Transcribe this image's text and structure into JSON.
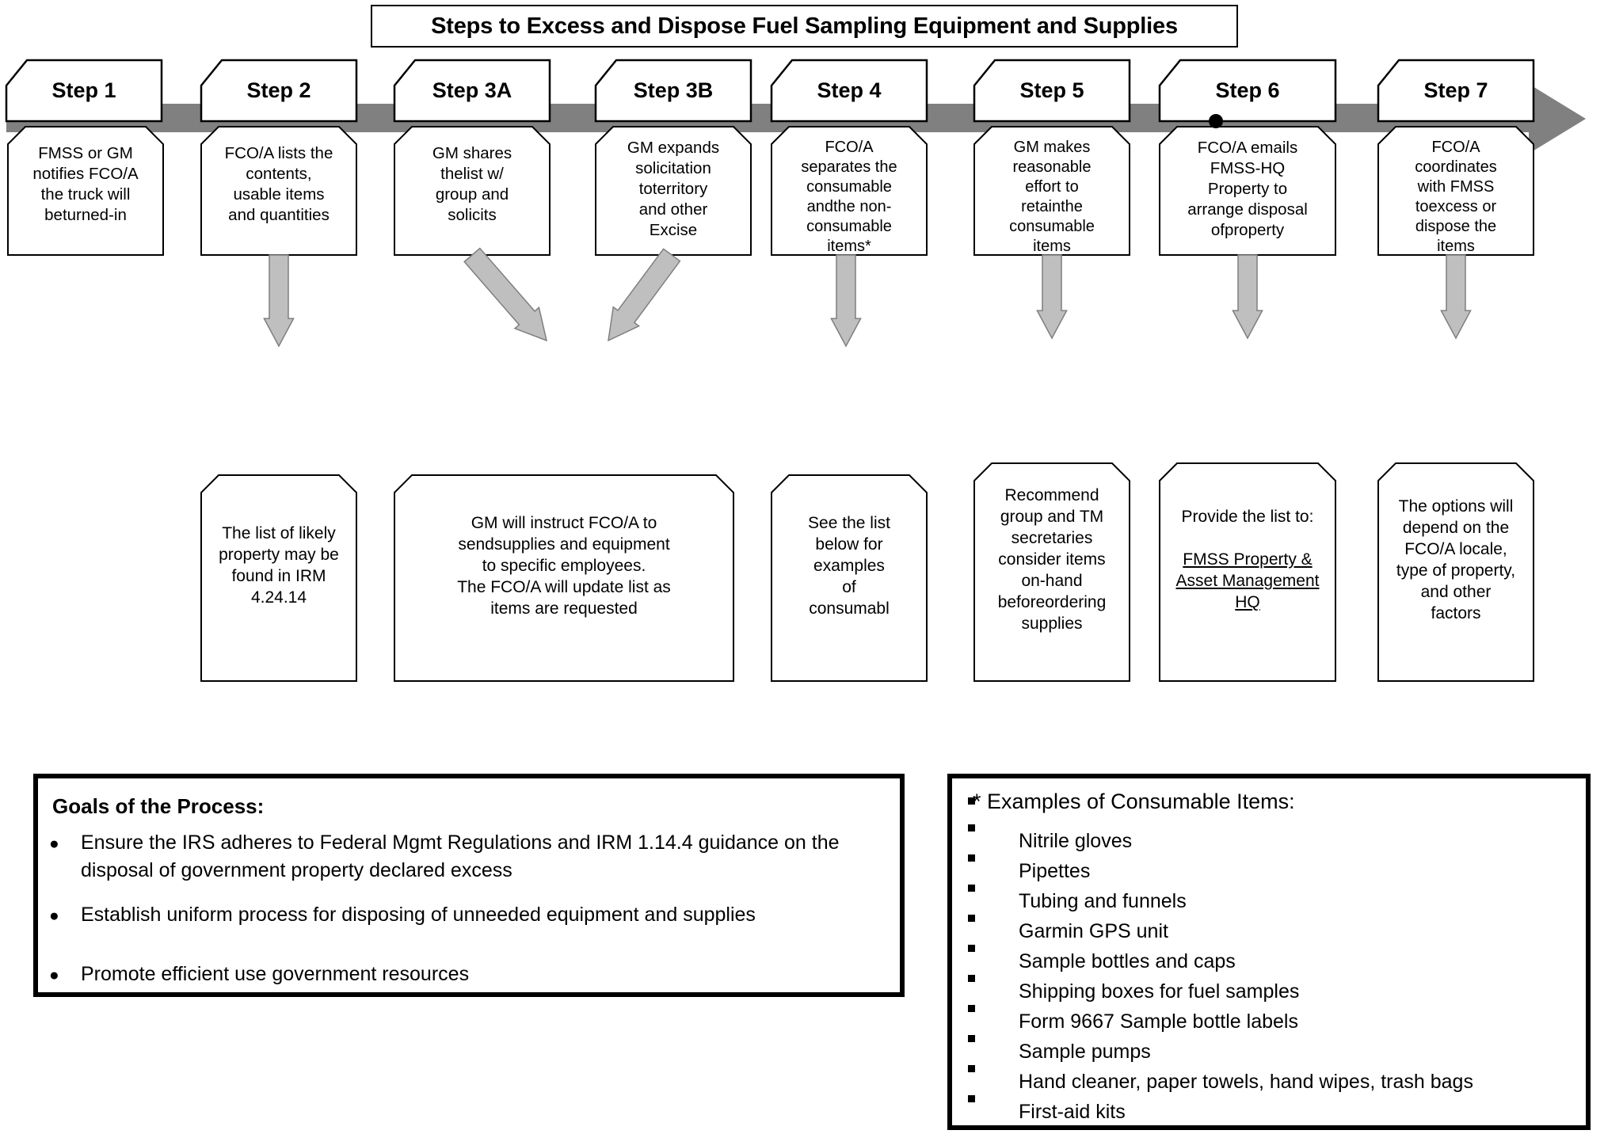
{
  "title": "Steps to Excess and Dispose Fuel Sampling Equipment and Supplies",
  "colors": {
    "arrow_band": "#808080",
    "down_arrow_fill": "#bfbfbf",
    "outline": "#000000",
    "background": "#ffffff"
  },
  "steps": [
    {
      "label": "Step 1",
      "description": "FMSS or GM notifies FCO/A the truck will beturned-in",
      "description_lines": [
        "FMSS or GM",
        "notifies FCO/A",
        "the truck will",
        "beturned-in"
      ],
      "detail": null,
      "detail_lines": [],
      "has_connector_dot": false
    },
    {
      "label": "Step 2",
      "description": "FCO/A lists the contents, usable items and quantities",
      "description_lines": [
        "FCO/A lists the",
        "contents,",
        "usable items",
        "and quantities"
      ],
      "detail": "The list of likely property may be found in IRM 4.24.14",
      "detail_lines": [
        "The list of likely",
        "property may be",
        "found in IRM",
        "4.24.14"
      ],
      "has_connector_dot": false
    },
    {
      "label": "Step 3A",
      "description": "GM shares thelist w/ group and solicits",
      "description_lines": [
        "GM shares",
        "thelist w/",
        "group and",
        "solicits"
      ],
      "detail": "GM will instruct FCO/A to sendsupplies and equipment to specific employees. The FCO/A will update list as items are requested",
      "detail_lines": [
        "GM will instruct FCO/A to",
        "sendsupplies and equipment",
        "to specific employees.",
        "The FCO/A will update list as",
        "items are requested"
      ],
      "has_connector_dot": false
    },
    {
      "label": "Step 3B",
      "description": "GM expands solicitation toterritory and other Excise",
      "description_lines": [
        "GM expands",
        "solicitation",
        "toterritory",
        "and other",
        "Excise"
      ],
      "detail": null,
      "detail_lines": [],
      "has_connector_dot": false
    },
    {
      "label": "Step 4",
      "description": "FCO/A separates the consumable andthe non-consumable items*",
      "description_lines": [
        "FCO/A",
        "separates the",
        "consumable",
        "andthe non-",
        "consumable",
        "items*"
      ],
      "detail": "See the list below for examples of consumabl",
      "detail_lines": [
        "See the list",
        "below for",
        "examples",
        "of",
        "consumabl"
      ],
      "has_connector_dot": false
    },
    {
      "label": "Step 5",
      "description": "GM makes reasonable effort to retainthe consumable items",
      "description_lines": [
        "GM makes",
        "reasonable",
        "effort to",
        "retainthe",
        "consumable",
        "items"
      ],
      "detail": "Recommend group and TM secretaries consider items on-hand beforeordering supplies",
      "detail_lines": [
        "Recommend",
        "group and TM",
        "secretaries",
        "consider items",
        "on-hand",
        "beforeordering",
        "supplies"
      ],
      "has_connector_dot": false
    },
    {
      "label": "Step 6",
      "description": "FCO/A emails FMSS-HQ Property to arrange disposal ofproperty",
      "description_lines": [
        "FCO/A emails",
        "FMSS-HQ",
        "Property to",
        "arrange disposal",
        "ofproperty"
      ],
      "detail": "Provide the list to: FMSS Property & Asset Management HQ",
      "detail_lines": [
        "Provide the list to:"
      ],
      "detail_underlined_lines": [
        "FMSS Property &",
        "Asset Management",
        "HQ"
      ],
      "has_connector_dot": true
    },
    {
      "label": "Step 7",
      "description": "FCO/A coordinates with FMSS toexcess or dispose the items",
      "description_lines": [
        "FCO/A",
        "coordinates",
        "with FMSS",
        "toexcess or",
        "dispose the",
        "items"
      ],
      "detail": "The options will depend on the FCO/A locale, type of property, and other factors",
      "detail_lines": [
        "The options will",
        "depend on the",
        "FCO/A locale,",
        "type of property,",
        "and other",
        "factors"
      ],
      "has_connector_dot": false
    }
  ],
  "goals_panel": {
    "heading": "Goals of the Process:",
    "bullet_glyph": "●",
    "items": [
      "Ensure the IRS adheres to Federal Mgmt Regulations and IRM 1.14.4 guidance on the disposal of government property declared excess",
      "Establish uniform process for disposing of unneeded equipment and supplies",
      "Promote efficient use government resources"
    ]
  },
  "examples_panel": {
    "heading": "* Examples of Consumable Items:",
    "items": [
      "Nitrile gloves",
      "Pipettes",
      "Tubing and funnels",
      "Garmin  GPS unit",
      "Sample bottles and caps",
      "Shipping boxes for fuel samples",
      "Form 9667 Sample bottle labels",
      "Sample pumps",
      "Hand cleaner, paper towels, hand wipes, trash bags",
      "First-aid kits"
    ]
  }
}
